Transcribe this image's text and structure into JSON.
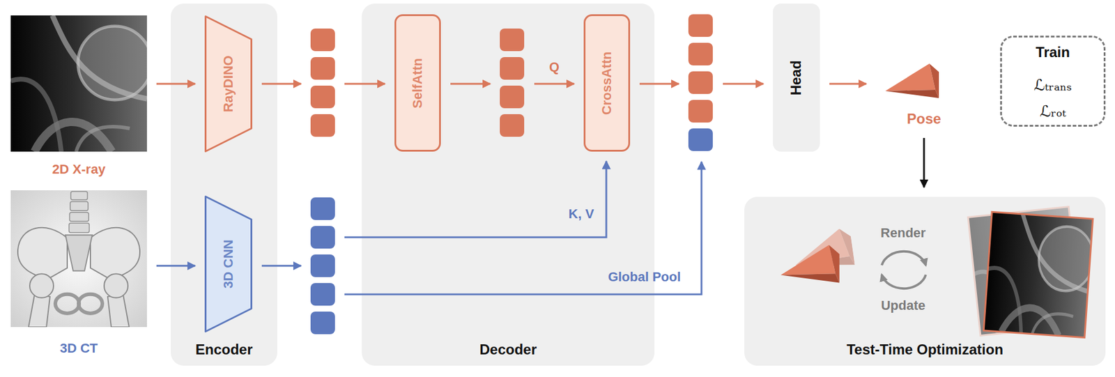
{
  "diagram": {
    "nodes": [
      {
        "text": [
          "2D X-ray"
        ]
      },
      {
        "text": [
          "3D CT"
        ]
      },
      {
        "text": [
          "Encoder"
        ]
      },
      {
        "text": [
          "RayDINO"
        ],
        "in": 2
      },
      {
        "text": [
          "3D CNN"
        ],
        "in": 2
      },
      {
        "text": [
          "Decoder"
        ]
      },
      {
        "text": [
          "SelfAttn"
        ],
        "in": 5
      },
      {
        "text": [
          "CrossAttn"
        ],
        "in": 5
      },
      {
        "text": [
          "Head"
        ]
      },
      {
        "text": [
          "Pose"
        ]
      },
      {
        "text": [
          "Train",
          "ℒₜᵣₐₙₛ",
          "ℒᵣₒₜ"
        ]
      },
      {
        "text": [
          "Test-Time Optimization"
        ]
      }
    ],
    "edges": [
      {
        "from": 0,
        "to": 3,
        "arrow": "to"
      },
      {
        "from": 3,
        "to": 6,
        "arrow": "to"
      },
      {
        "from": 6,
        "to": 7,
        "label": "Q",
        "arrow": "to"
      },
      {
        "from": 1,
        "to": 4,
        "arrow": "to"
      },
      {
        "from": 4,
        "to": 7,
        "label": "K, V",
        "arrow": "to"
      },
      {
        "from": 7,
        "to": 8,
        "arrow": "to"
      },
      {
        "from": 8,
        "to": 9,
        "arrow": "to"
      },
      {
        "from": 9,
        "to": 11,
        "arrow": "to"
      }
    ],
    "labels": [
      "Global Pool",
      "Render",
      "Update"
    ]
  }
}
